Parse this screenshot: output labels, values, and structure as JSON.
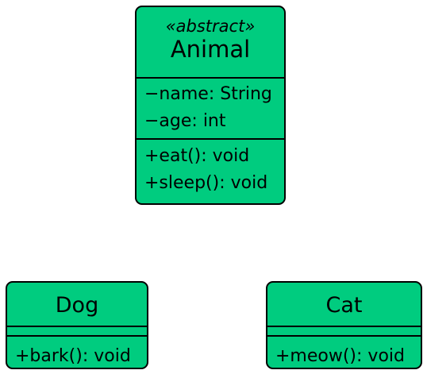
{
  "classes": {
    "animal": {
      "stereotype": "«abstract»",
      "name": "Animal",
      "attributes": [
        "−name: String",
        "−age: int"
      ],
      "operations": [
        "+eat(): void",
        "+sleep(): void"
      ]
    },
    "dog": {
      "name": "Dog",
      "operations": [
        "+bark(): void"
      ]
    },
    "cat": {
      "name": "Cat",
      "operations": [
        "+meow(): void"
      ]
    }
  },
  "colors": {
    "class_fill": "#00cc7f",
    "border": "#000000"
  }
}
